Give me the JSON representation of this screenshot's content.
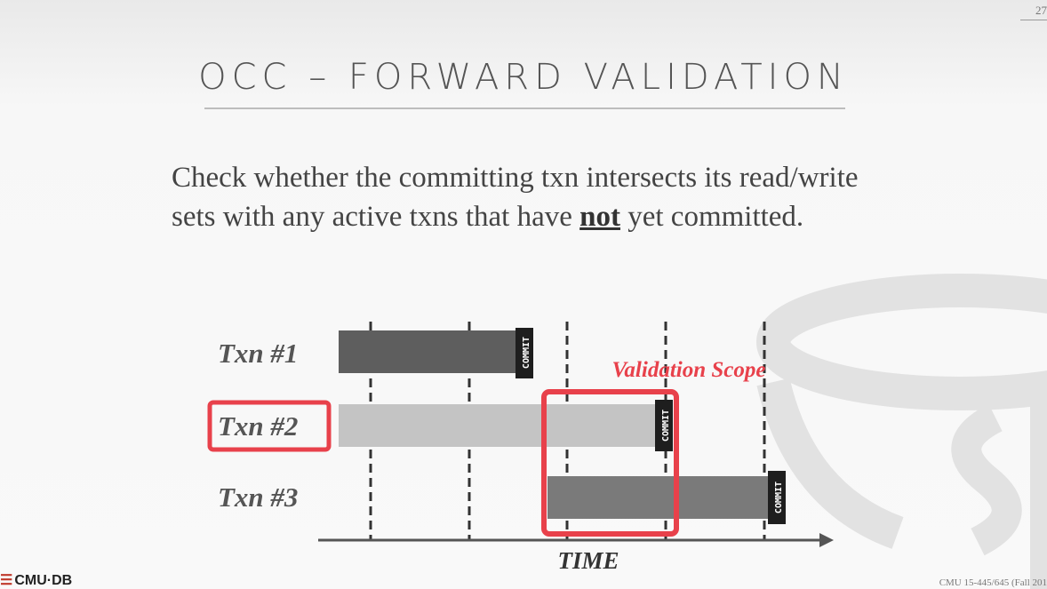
{
  "slide": {
    "number": "27",
    "title": "OCC – FORWARD VALIDATION",
    "bullet": {
      "before": "Check whether the committing txn intersects its read/write sets with any active txns that have ",
      "emphasis": "not",
      "after": " yet committed."
    },
    "footer": "CMU 15-445/645 (Fall 201",
    "logo": "CMU·DB"
  },
  "diagram": {
    "transactions": [
      {
        "label": "Txn #1",
        "commit_label": "COMMIT",
        "color": "#5e5e5e",
        "highlighted": false
      },
      {
        "label": "Txn #2",
        "commit_label": "COMMIT",
        "color": "#c4c4c4",
        "highlighted": true
      },
      {
        "label": "Txn #3",
        "commit_label": "COMMIT",
        "color": "#7a7a7a",
        "highlighted": false
      }
    ],
    "validation_scope_label": "Validation Scope",
    "time_label": "TIME",
    "highlight_color": "#e8414b"
  }
}
